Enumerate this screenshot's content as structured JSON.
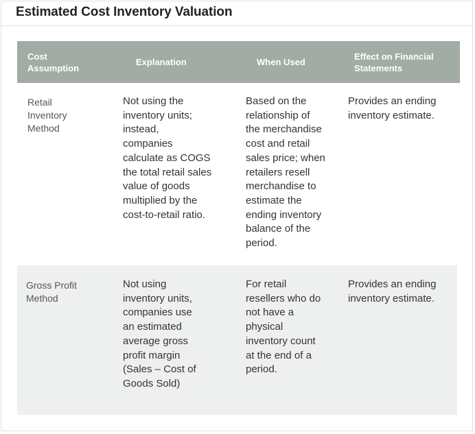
{
  "title": "Estimated Cost Inventory Valuation",
  "table": {
    "headers": [
      "Cost\nAssumption",
      "Explanation",
      "When Used",
      "Effect on Financial\nStatements"
    ],
    "rows": [
      {
        "assumption": "Retail\nInventory\nMethod",
        "explanation": "Not using the\ninventory units;\ninstead,\ncompanies\ncalculate as COGS\nthe total retail sales\nvalue of goods\nmultiplied by the\ncost-to-retail ratio.",
        "when_used": "Based on the\nrelationship of\nthe merchandise\ncost and retail\nsales price; when\nretailers resell\nmerchandise to\nestimate the\nending inventory\nbalance of the\nperiod.",
        "effect": "Provides an ending\ninventory estimate."
      },
      {
        "assumption": "Gross Profit\nMethod",
        "explanation": "Not using\ninventory units,\ncompanies use\nan estimated\naverage gross\nprofit margin\n(Sales – Cost of\nGoods Sold)",
        "when_used": "For retail\nresellers who do\nnot have a\nphysical\ninventory count\nat the end of a\nperiod.",
        "effect": "Provides an ending\ninventory estimate."
      }
    ]
  }
}
